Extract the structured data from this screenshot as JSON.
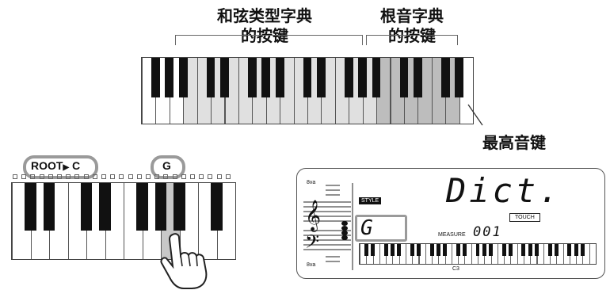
{
  "top": {
    "chord_type_label": [
      "和弦类型字典",
      "的按键"
    ],
    "root_label": [
      "根音字典",
      "的按键"
    ],
    "highest_key_label": "最高音键"
  },
  "bottom_left": {
    "root_prefix": "ROOT",
    "root_arrow": "▶",
    "root_value": "C",
    "chord_type_value": "G"
  },
  "display": {
    "octave_top": "8va",
    "octave_bottom": "8va",
    "style_badge": "STYLE",
    "main_text": "Dict.",
    "touch_label": "TOUCH",
    "chord_name": "G",
    "measure_label": "MEASURE",
    "measure_value": "001",
    "c3_label": "C3"
  },
  "colors": {
    "chord_zone": "#e0e0e0",
    "root_zone": "#bdbdbd",
    "highlight_frame": "#9a9a9a"
  }
}
